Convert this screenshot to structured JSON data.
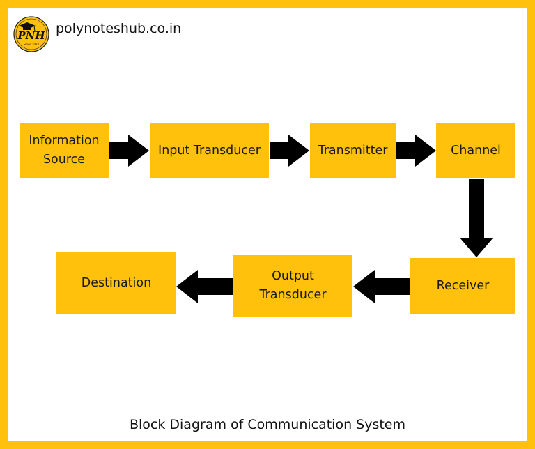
{
  "site": {
    "logo_text": "PNH",
    "logo_subtext": "Since 2022",
    "url": "polynoteshub.co.in"
  },
  "blocks": {
    "information_source": "Information Source",
    "input_transducer": "Input Transducer",
    "transmitter": "Transmitter",
    "channel": "Channel",
    "receiver": "Receiver",
    "output_transducer": "Output Transducer",
    "destination": "Destination"
  },
  "caption": "Block Diagram of Communication System",
  "colors": {
    "accent": "#FFC10B",
    "background": "#FFFFFF",
    "arrow": "#000000",
    "text": "#111111"
  }
}
